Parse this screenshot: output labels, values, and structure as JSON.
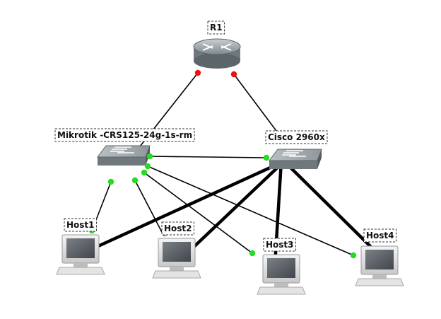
{
  "diagram": {
    "nodes": [
      {
        "id": "r1",
        "label": "R1",
        "kind": "router"
      },
      {
        "id": "sw1",
        "label": "Mikrotik -CRS125-24g-1s-rm",
        "kind": "switch"
      },
      {
        "id": "sw2",
        "label": "Cisco 2960x",
        "kind": "switch"
      },
      {
        "id": "h1",
        "label": "Host1",
        "kind": "host"
      },
      {
        "id": "h2",
        "label": "Host2",
        "kind": "host"
      },
      {
        "id": "h3",
        "label": "Host3",
        "kind": "host"
      },
      {
        "id": "h4",
        "label": "Host4",
        "kind": "host"
      }
    ],
    "links": [
      {
        "from": "r1",
        "to": "sw1",
        "status": "down",
        "style": "thin"
      },
      {
        "from": "r1",
        "to": "sw2",
        "status": "down",
        "style": "thin"
      },
      {
        "from": "sw1",
        "to": "sw2",
        "status": "up",
        "style": "thin"
      },
      {
        "from": "sw1",
        "to": "h1",
        "status": "up",
        "style": "thin"
      },
      {
        "from": "sw1",
        "to": "h2",
        "status": "up",
        "style": "thin"
      },
      {
        "from": "sw1",
        "to": "h3",
        "status": "up",
        "style": "thin"
      },
      {
        "from": "sw1",
        "to": "h4",
        "status": "up",
        "style": "thin"
      },
      {
        "from": "sw2",
        "to": "h1",
        "status": "none",
        "style": "thick"
      },
      {
        "from": "sw2",
        "to": "h2",
        "status": "none",
        "style": "thick"
      },
      {
        "from": "sw2",
        "to": "h3",
        "status": "none",
        "style": "thick"
      },
      {
        "from": "sw2",
        "to": "h4",
        "status": "none",
        "style": "thick"
      }
    ],
    "colors": {
      "link": "#000000",
      "status_up": "#22dd22",
      "status_down": "#ee1111",
      "label_border": "#333333"
    }
  }
}
